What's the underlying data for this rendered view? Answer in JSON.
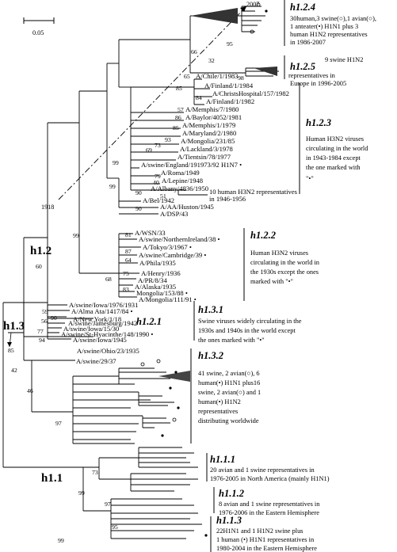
{
  "scale_label": "0.05",
  "year_top": "2007",
  "year_bottom": "1918",
  "clades": {
    "h1_2_4": {
      "title": "h1.2.4",
      "lines": [
        "30human,3 swine(○),1 avian(○),",
        "1 anteater(•) H1N1 plus 3",
        "human H1N2 representatives",
        "in 1986-2007"
      ]
    },
    "h1_2_5": {
      "title": "h1.2.5",
      "lines": [
        "9 swine H1N2",
        "representatives in",
        "Europe in 1996-2005"
      ]
    },
    "h1_2_3": {
      "title": "h1.2.3",
      "lines": [
        "Human H3N2 viruses",
        "circulating in the world",
        "in 1943-1984 except",
        "the one marked with",
        "\"•\""
      ]
    },
    "h1_2_2": {
      "title": "h1.2.2",
      "lines": [
        "Human H3N2 viruses",
        "circulating in the world in",
        "the 1930s except the ones",
        "marked with \"•\""
      ]
    },
    "h1_2_1": {
      "title": "h1.2.1"
    },
    "h1_3_1": {
      "title": "h1.3.1",
      "lines": [
        "Swine viruses widely circulating in the",
        "1930s and 1940s in the world except",
        "the ones marked with \"•\""
      ]
    },
    "h1_3_2": {
      "title": "h1.3.2",
      "lines": [
        "41 swine, 2 avian(○), 6",
        "human(•) H1N1 plus16",
        "swine, 2 avian(○) and 1",
        "human(•) H1N2",
        "representatives",
        "distributing worldwide"
      ]
    },
    "h1_1_1": {
      "title": "h1.1.1",
      "lines": [
        "20 avian and 1 swine representatives in",
        "1976-2005 in North America (mainly H1N1)"
      ]
    },
    "h1_1_2": {
      "title": "h1.1.2",
      "lines": [
        "8 avian and 1 swine representatives in",
        "1976-2006 in the Eastern Hemisphere"
      ]
    },
    "h1_1_3": {
      "title": "h1.1.3",
      "lines": [
        "22H1N1 and 1 H1N2 swine plus",
        "1 human (•) H1N1 representatives in",
        "1980-2004 in the Eastern Hemisphere"
      ]
    },
    "h1_2": {
      "title": "h1.2"
    },
    "h1_3": {
      "title": "h1.3"
    },
    "h1_1": {
      "title": "h1.1"
    }
  },
  "taxa": {
    "chile": "A/Chile/1/1983",
    "finland1": "A/Finland/1/1984",
    "christs": "A/ChristsHospital/157/1982",
    "finland2": "A/Finland/1/1982",
    "memphis7": "A/Memphis/7/1980",
    "baylor": "A/Baylor/4052/1981",
    "memphis1": "A/Memphis/1/1979",
    "maryland": "A/Maryland/2/1980",
    "mongolia23": "A/Mongolia/231/85",
    "lackland": "A/Lackland/3/1978",
    "tientsin": "A/Tientsin/78/1977",
    "swineengland": "A/swine/England/191973/92 H1N7 •",
    "roma": "A/Roma/1949",
    "lepine": "A/Lepine/1948",
    "albany": "A/Albany/4836/1950",
    "human1046": "10 human H3N2 representatives",
    "human1046b": "in 1946-1956",
    "bel": "A/Bel/1942",
    "aahuston": "A/AA/Huston/1945",
    "dsp": "A/DSP/43",
    "wsn": "A/WSN/33",
    "swineni": "A/swine/NorthernIreland/38 •",
    "tokyo": "A/Tokyo/3/1967 •",
    "swinecam": "A/swine/Cambridge/39 •",
    "phila": "A/Phila/1935",
    "henry": "A/Henry/1936",
    "pr8": "A/PR/8/34",
    "alaska": "A/Alaska/1935",
    "mongolia153": "Mongolia/153/88 •",
    "mongolia111": "A/Mongolia/111/91 •",
    "newyork": "A/New York/1/18",
    "swineiowa1976": "A/swine/Iowa/1976/1931",
    "almaata": "A/Alma Ata/1417/84 •",
    "jamesburg": "A/swine/Jamesburg/1942",
    "iowa15": "A/swine/Iowa/15/30",
    "sthyacinthe": "A/swine/St-Hyacinthe/148/1990 •",
    "iowa1945": "A/swine/Iowa/1945",
    "ohio": "A/swine/Ohio/23/1935",
    "swine2937": "A/swine/29/37"
  },
  "bootstrap": {
    "b95a": "95",
    "b66": "66",
    "b32": "32",
    "b98": "98",
    "b65": "65",
    "b85a": "85",
    "b84": "84",
    "b57": "57",
    "b86a": "86",
    "b85b": "85",
    "b93": "93",
    "b73a": "73",
    "b69": "69",
    "b79": "79",
    "b40": "40",
    "b51": "51",
    "b99a": "99",
    "b90a": "90",
    "b99b": "99",
    "b90b": "90",
    "b81": "81",
    "b87": "87",
    "b64": "64",
    "b68": "68",
    "b75": "75",
    "b83": "83",
    "b60": "60",
    "b99c": "99",
    "b59": "59",
    "b56": "56",
    "b77": "77",
    "b90c": "90",
    "b94": "94",
    "b85c": "85",
    "b42": "42",
    "b46": "46",
    "b97a": "97",
    "b73b": "73",
    "b99d": "99",
    "b97b": "97",
    "b95b": "95",
    "b99e": "99"
  },
  "legend_symbols": {
    "hollow": "○",
    "filled": "•"
  }
}
